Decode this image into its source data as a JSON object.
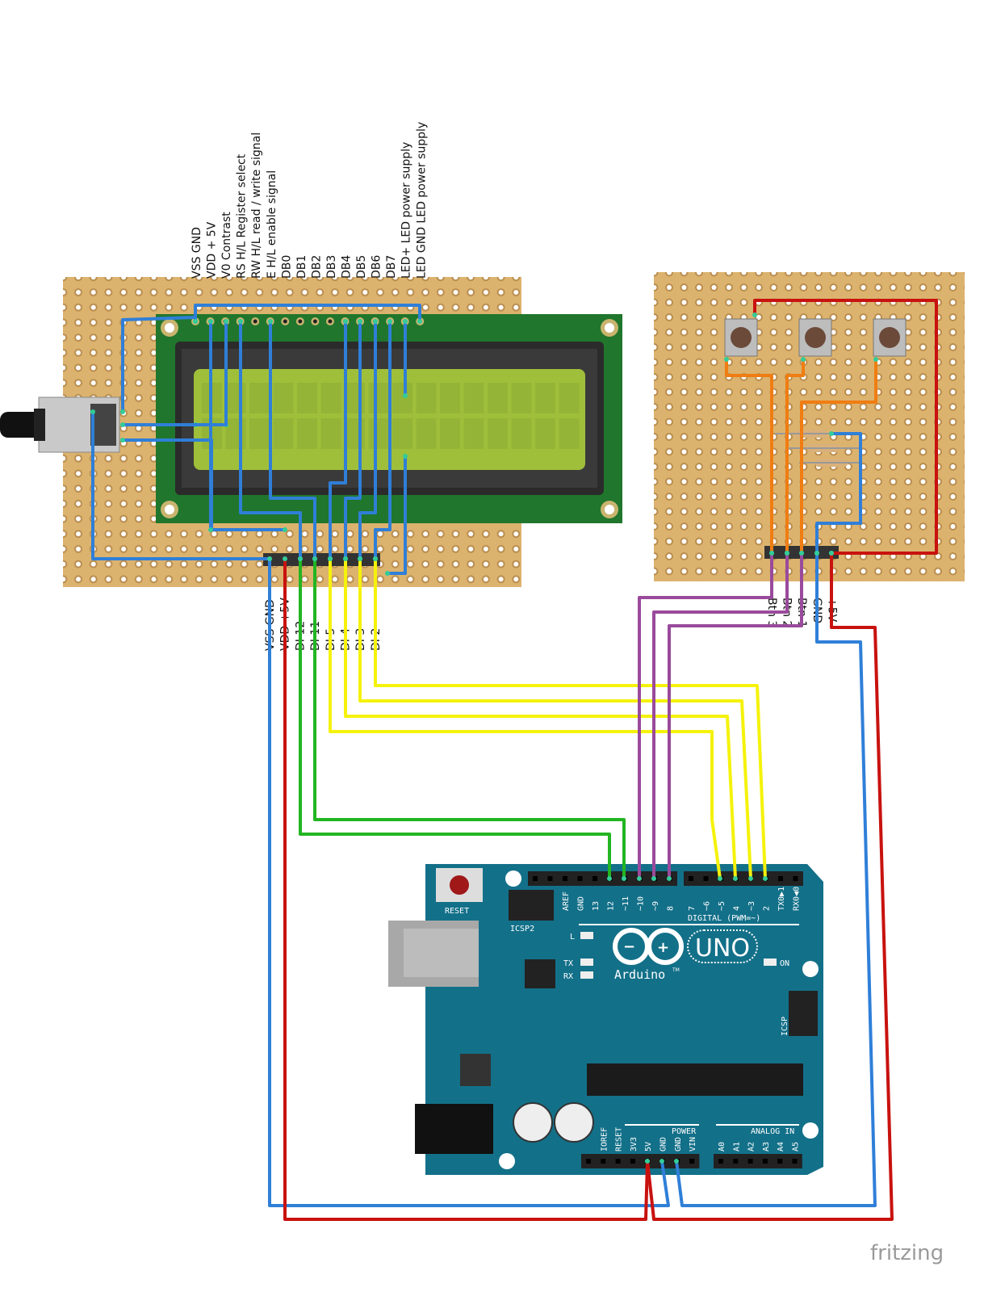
{
  "colors": {
    "stripboard": "#dcb36e",
    "lcd_pcb": "#20762c",
    "lcd_screen": "#9fbf3b",
    "arduino": "#137089",
    "wire_blue": "#2f7fd8",
    "wire_red": "#c8120f",
    "wire_green": "#22b522",
    "wire_yellow": "#f5f20b",
    "wire_purple": "#9a4a9c",
    "wire_orange": "#f07d12"
  },
  "lcd_pin_labels": [
    "VSS GND",
    "VDD + 5V",
    "V0 Contrast",
    "RS H/L Register select",
    "RW H/L read / write signal",
    "E H/L enable signal",
    "DB0",
    "DB1",
    "DB2",
    "DB3",
    "DB4",
    "DB5",
    "DB6",
    "DB7",
    "LED+ LED power supply",
    "LED GND LED power supply"
  ],
  "lcd_header_labels": [
    "VSS GND",
    "VDD +5V",
    "DI 12",
    "DI 11",
    "DI 5",
    "DI 4",
    "DI 3",
    "DI 2"
  ],
  "button_header_labels": [
    "Btn 3",
    "Btn 2",
    "Btn 1",
    "GND",
    "+5V"
  ],
  "arduino": {
    "reset_label": "RESET",
    "icsp2_label": "ICSP2",
    "icsp_label": "ICSP",
    "digital_label": "DIGITAL (PWM=~)",
    "digital_left_pins": [
      "",
      "",
      "AREF",
      "GND",
      "13",
      "12",
      "~11",
      "~10",
      "~9",
      "8"
    ],
    "digital_right_pins": [
      "7",
      "~6",
      "~5",
      "4",
      "~3",
      "2",
      "TX0▶1",
      "RX0◀0"
    ],
    "led_labels": [
      "L",
      "TX",
      "RX",
      "ON"
    ],
    "logo_text": "UNO",
    "brand": "Arduino",
    "brand_tm": "TM",
    "power_label": "POWER",
    "analog_label": "ANALOG IN",
    "power_pins": [
      "",
      "IOREF",
      "RESET",
      "3V3",
      "5V",
      "GND",
      "GND",
      "VIN"
    ],
    "analog_pins": [
      "A0",
      "A1",
      "A2",
      "A3",
      "A4",
      "A5"
    ]
  },
  "watermark": "fritzing"
}
